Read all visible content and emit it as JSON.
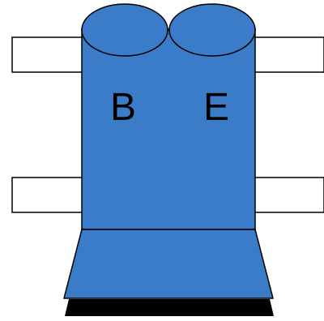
{
  "diagram": {
    "labels": {
      "left": "B",
      "right": "E"
    },
    "colors": {
      "body_fill": "#3a7cc7",
      "outline": "#000000",
      "port_fill": "#ffffff",
      "base_strip": "#000000",
      "background": "#ffffff"
    },
    "counts": {
      "top_ports": 2,
      "side_ports_per_side": 2
    }
  }
}
